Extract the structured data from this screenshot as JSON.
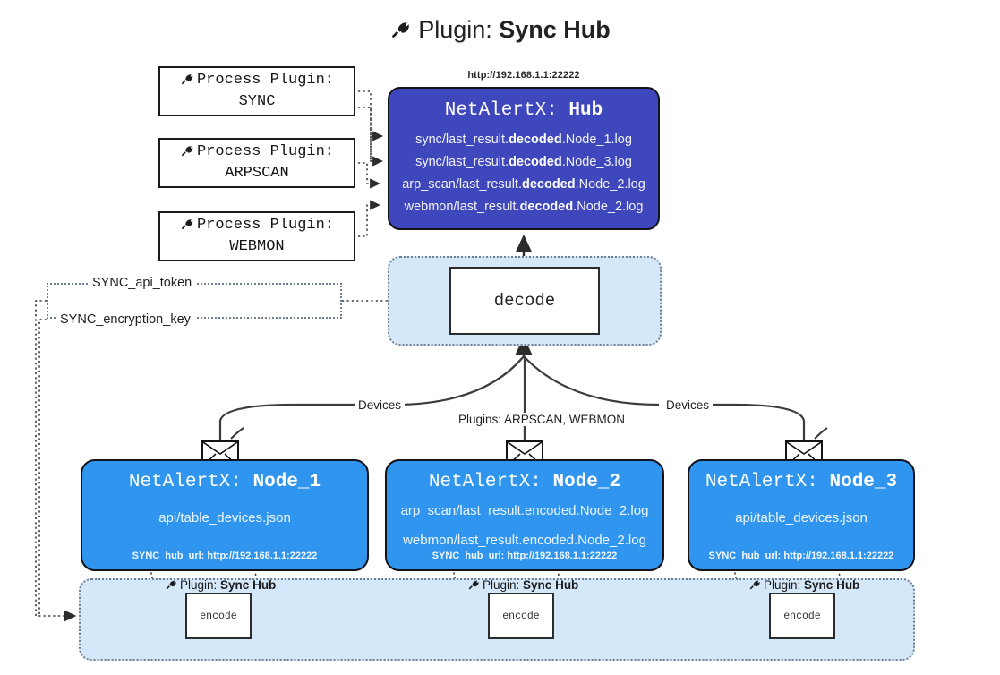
{
  "page": {
    "title_prefix": "Plugin:",
    "title_name": "Sync Hub",
    "plug_icon": "plug-icon"
  },
  "process_plugins": [
    {
      "line1": "Process Plugin:",
      "line2": "SYNC",
      "icon": "plug-icon"
    },
    {
      "line1": "Process Plugin:",
      "line2": "ARPSCAN",
      "icon": "plug-icon"
    },
    {
      "line1": "Process Plugin:",
      "line2": "WEBMON",
      "icon": "plug-icon"
    }
  ],
  "hub": {
    "url": "http://192.168.1.1:22222",
    "title_prefix": "NetAlertX:",
    "title_name": "Hub",
    "logs": [
      {
        "pre": "sync/last_result.",
        "em": "decoded",
        "post": ".Node_1.log"
      },
      {
        "pre": "sync/last_result.",
        "em": "decoded",
        "post": ".Node_3.log"
      },
      {
        "pre": "arp_scan/last_result.",
        "em": "decoded",
        "post": ".Node_2.log"
      },
      {
        "pre": "webmon/last_result.",
        "em": "decoded",
        "post": ".Node_2.log"
      }
    ]
  },
  "decode": {
    "label": "decode"
  },
  "tokens": {
    "api_token": "SYNC_api_token",
    "encryption_key": "SYNC_encryption_key"
  },
  "edge_labels": {
    "devices_left": "Devices",
    "devices_right": "Devices",
    "plugins": "Plugins: ARPSCAN, WEBMON"
  },
  "nodes": [
    {
      "title_prefix": "NetAlertX:",
      "title_name": "Node_1",
      "lines": [
        "api/table_devices.json"
      ],
      "footer": "SYNC_hub_url: http://192.168.1.1:22222",
      "envelope_icon": "envelope-icon"
    },
    {
      "title_prefix": "NetAlertX:",
      "title_name": "Node_2",
      "lines": [
        "arp_scan/last_result.encoded.Node_2.log",
        "webmon/last_result.encoded.Node_2.log"
      ],
      "footer": "SYNC_hub_url: http://192.168.1.1:22222",
      "envelope_icon": "envelope-icon"
    },
    {
      "title_prefix": "NetAlertX:",
      "title_name": "Node_3",
      "lines": [
        "api/table_devices.json"
      ],
      "footer": "SYNC_hub_url: http://192.168.1.1:22222",
      "envelope_icon": "envelope-icon"
    }
  ],
  "encoders": [
    {
      "label": "encode",
      "plugin_prefix": "Plugin:",
      "plugin_name": "Sync Hub",
      "icon": "plug-icon"
    },
    {
      "label": "encode",
      "plugin_prefix": "Plugin:",
      "plugin_name": "Sync Hub",
      "icon": "plug-icon"
    },
    {
      "label": "encode",
      "plugin_prefix": "Plugin:",
      "plugin_name": "Sync Hub",
      "icon": "plug-icon"
    }
  ],
  "colors": {
    "hub_fill": "#3f47bd",
    "node_fill": "#3095ee",
    "container_fill": "#d4e8fa",
    "stroke": "#2c2c2c",
    "dotted_stroke": "#6f7f92"
  }
}
